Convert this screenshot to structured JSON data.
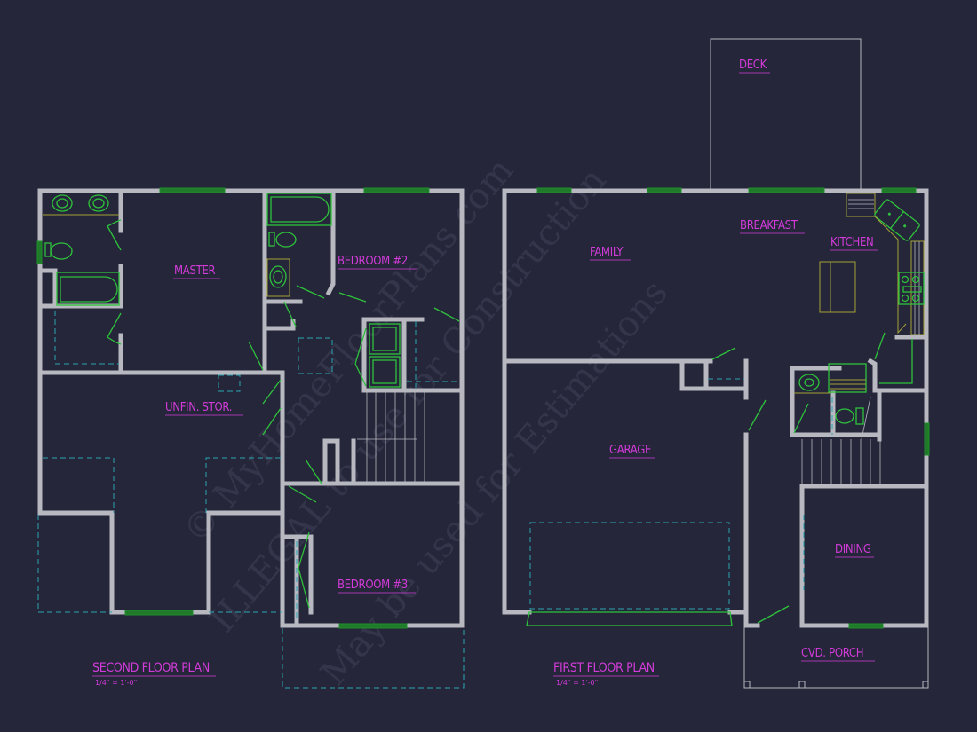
{
  "drawing": {
    "background": "#252639",
    "colors": {
      "walls": "#b7b8c0",
      "labels": "#d23bd9",
      "fixtures": "#2ec23c",
      "cabinets": "#a3a236",
      "hidden_lines": "#2aa6b4",
      "watermark": "#3a3b50"
    }
  },
  "watermark": {
    "line1": "© MyHomeFloorPlans.com",
    "line2": "ILLEGAL to use for Construction",
    "line3": "May be used for Estimations"
  },
  "second_floor": {
    "title": "SECOND FLOOR PLAN",
    "scale": "1/4\" = 1'-0\"",
    "rooms": {
      "master": "MASTER",
      "bedroom2": "BEDROOM #2",
      "bedroom3": "BEDROOM #3",
      "unfin_stor": "UNFIN. STOR."
    }
  },
  "first_floor": {
    "title": "FIRST FLOOR PLAN",
    "scale": "1/4\" = 1'-0\"",
    "rooms": {
      "deck": "DECK",
      "family": "FAMILY",
      "breakfast": "BREAKFAST",
      "kitchen": "KITCHEN",
      "garage": "GARAGE",
      "dining": "DINING",
      "cvd_porch": "CVD. PORCH"
    }
  }
}
